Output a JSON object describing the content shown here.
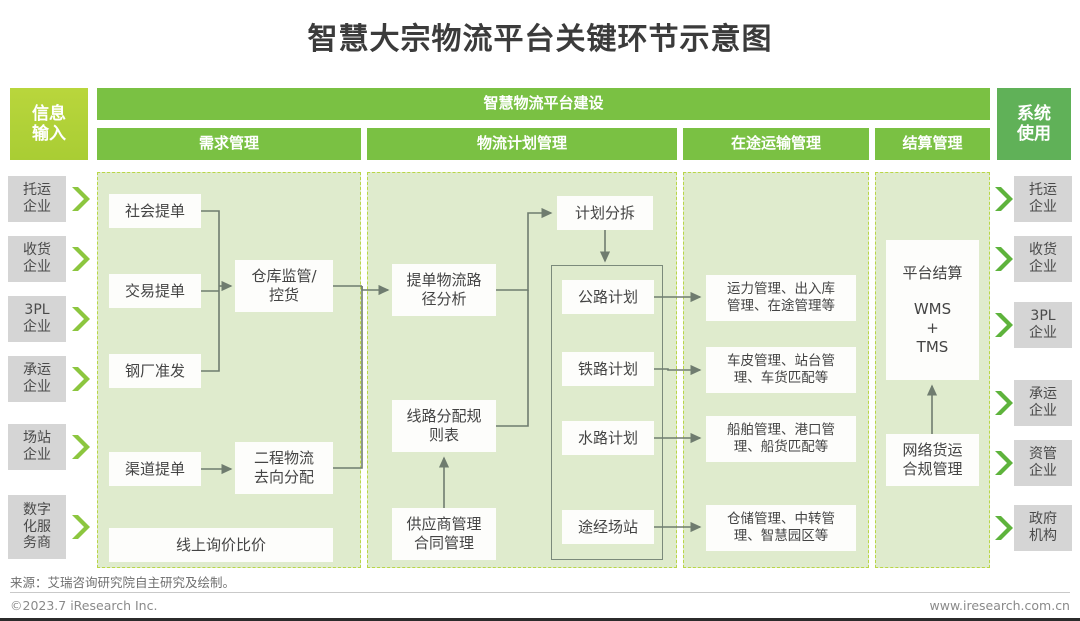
{
  "title": "智慧大宗物流平台关键环节示意图",
  "colors": {
    "accent_green": "#7ac143",
    "left_header_green": "#b5d334",
    "right_header_green": "#60b158",
    "panel_fill": "#dfebcd",
    "panel_border": "#b9d646",
    "chip_grey": "#d5d5d5",
    "box_white": "#fdfdfb",
    "line_grey": "#7b8a7b"
  },
  "headers": {
    "left": "信息\n输入",
    "left_line1": "信息",
    "left_line2": "输入",
    "right_line1": "系统",
    "right_line2": "使用",
    "top": "智慧物流平台建设",
    "columns": [
      {
        "label": "需求管理"
      },
      {
        "label": "物流计划管理"
      },
      {
        "label": "在途运输管理"
      },
      {
        "label": "结算管理"
      }
    ]
  },
  "left_inputs": [
    {
      "line1": "托运",
      "line2": "企业"
    },
    {
      "line1": "收货",
      "line2": "企业"
    },
    {
      "line1": "3PL",
      "line2": "企业"
    },
    {
      "line1": "承运",
      "line2": "企业"
    },
    {
      "line1": "场站",
      "line2": "企业"
    },
    {
      "line1": "数字",
      "line2": "化服",
      "line3": "务商"
    }
  ],
  "right_users": [
    {
      "line1": "托运",
      "line2": "企业"
    },
    {
      "line1": "收货",
      "line2": "企业"
    },
    {
      "line1": "3PL",
      "line2": "企业"
    },
    {
      "line1": "承运",
      "line2": "企业"
    },
    {
      "line1": "资管",
      "line2": "企业"
    },
    {
      "line1": "政府",
      "line2": "机构"
    }
  ],
  "col1": {
    "social_order": "社会提单",
    "trade_order": "交易提单",
    "steel_release": "钢厂准发",
    "channel_order": "渠道提单",
    "warehouse_supervision": "仓库监管/\n控货",
    "warehouse_supervision_l1": "仓库监管/",
    "warehouse_supervision_l2": "控货",
    "second_leg_l1": "二程物流",
    "second_leg_l2": "去向分配",
    "online_quote": "线上询价比价"
  },
  "col2": {
    "route_analysis_l1": "提单物流路",
    "route_analysis_l2": "径分析",
    "rule_table_l1": "线路分配规",
    "rule_table_l2": "则表",
    "supplier_l1": "供应商管理",
    "supplier_l2": "合同管理",
    "plan_split": "计划分拆",
    "plans": [
      {
        "label": "公路计划"
      },
      {
        "label": "铁路计划"
      },
      {
        "label": "水路计划"
      },
      {
        "label": "途经场站"
      }
    ]
  },
  "col3": {
    "items": [
      {
        "line1": "运力管理、出入库",
        "line2": "管理、在途管理等"
      },
      {
        "line1": "车皮管理、站台管",
        "line2": "理、车货匹配等"
      },
      {
        "line1": "船舶管理、港口管",
        "line2": "理、船货匹配等"
      },
      {
        "line1": "仓储管理、中转管",
        "line2": "理、智慧园区等"
      }
    ]
  },
  "col4": {
    "settlement_l1": "平台结算",
    "settlement_l2": "WMS",
    "settlement_l3": "+",
    "settlement_l4": "TMS",
    "compliance_l1": "网络货运",
    "compliance_l2": "合规管理"
  },
  "footer": {
    "source": "来源：艾瑞咨询研究院自主研究及绘制。",
    "copyright": "©2023.7 iResearch Inc.",
    "website": "www.iresearch.com.cn"
  }
}
